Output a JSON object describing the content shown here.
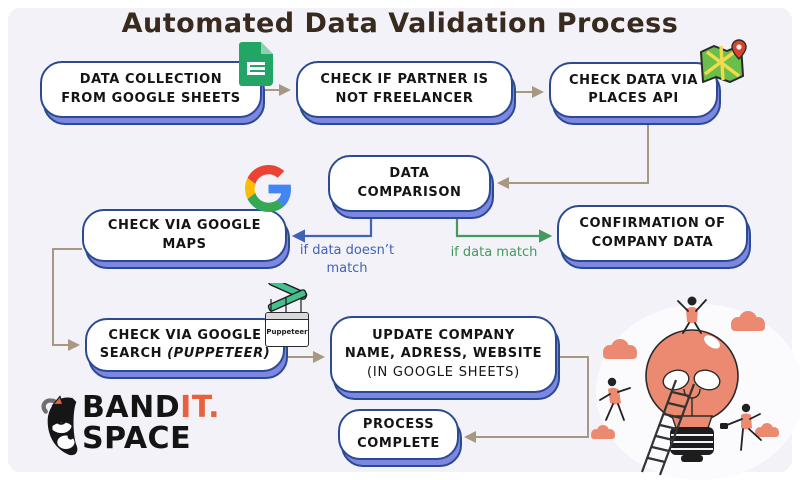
{
  "title": "Automated Data Validation Process",
  "nodes": [
    {
      "id": "data-collection",
      "lines": [
        "DATA COLLECTION",
        "FROM GOOGLE SHEETS"
      ]
    },
    {
      "id": "check-partner",
      "lines": [
        "CHECK IF PARTNER IS",
        "NOT FREELANCER"
      ]
    },
    {
      "id": "places-api",
      "lines": [
        "CHECK DATA VIA",
        "PLACES API"
      ]
    },
    {
      "id": "data-comparison",
      "lines": [
        "DATA",
        "COMPARISON"
      ]
    },
    {
      "id": "google-maps",
      "lines": [
        "CHECK VIA GOOGLE",
        "MAPS"
      ]
    },
    {
      "id": "confirmation",
      "lines": [
        "CONFIRMATION OF",
        "COMPANY DATA"
      ]
    },
    {
      "id": "google-search",
      "lines": [
        "CHECK VIA GOOGLE"
      ],
      "line2_bold": "SEARCH",
      "line2_italic": "(PUPPETEER)"
    },
    {
      "id": "update-company",
      "lines": [
        "UPDATE COMPANY",
        "NAME, ADRESS, WEBSITE"
      ],
      "line3_light": "(IN GOOGLE SHEETS)"
    },
    {
      "id": "process-complete",
      "lines": [
        "PROCESS",
        "COMPLETE"
      ]
    }
  ],
  "edge_labels": {
    "no_match": "if data doesn’t match",
    "match": "if data match"
  },
  "puppeteer_window_label": "Puppeteer",
  "logo": {
    "part_black": "BAND",
    "part_orange": "IT.",
    "line2": "SPACE"
  },
  "icons": {
    "google_sheets": "google-sheets-icon",
    "google_maps": "google-maps-icon",
    "google_g": "google-g-icon",
    "puppeteer": "puppeteer-icon",
    "raccoon_logo": "raccoon-logo-icon",
    "illustration": "team-lightbulb-illustration"
  },
  "colors": {
    "canvas_bg": "#f3f2f8",
    "node_border": "#2b4a94",
    "node_shadow": "#7d87e2",
    "connector_tan": "#a79882",
    "connector_blue": "#3f63b8",
    "connector_green": "#44995c",
    "title_brown": "#392a1e",
    "logo_orange": "#e8603c",
    "illustration_coral": "#eb8a70"
  }
}
